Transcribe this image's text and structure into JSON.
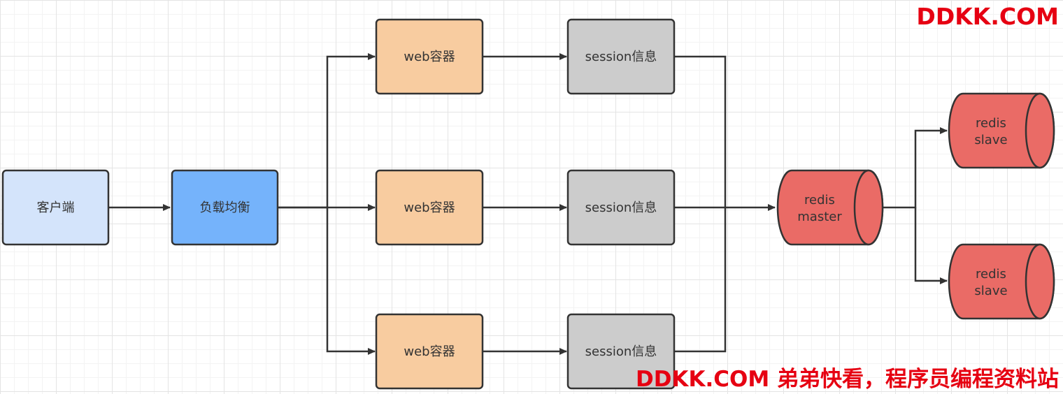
{
  "colors": {
    "client": "#d4e4fb",
    "load_balancer": "#75b3fb",
    "web": "#f8cca0",
    "session": "#cccccc",
    "redis": "#ea6b66",
    "stroke": "#333333",
    "watermark": "#e60012"
  },
  "nodes": {
    "client": "客户端",
    "load_balancer": "负载均衡",
    "web_containers": [
      "web容器",
      "web容器",
      "web容器"
    ],
    "sessions": [
      "session信息",
      "session信息",
      "session信息"
    ],
    "redis_master": [
      "redis",
      "master"
    ],
    "redis_slaves": [
      [
        "redis",
        "slave"
      ],
      [
        "redis",
        "slave"
      ]
    ]
  },
  "watermarks": {
    "top": "DDKK.COM",
    "bottom": "DDKK.COM 弟弟快看，程序员编程资料站"
  }
}
